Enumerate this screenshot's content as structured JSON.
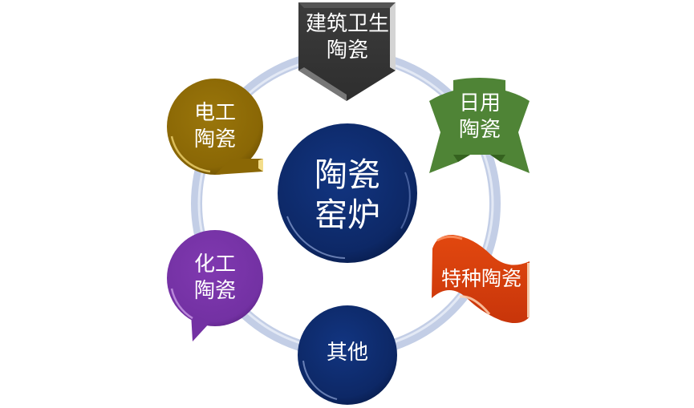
{
  "diagram": {
    "type": "cycle-radial",
    "center": {
      "label": "陶瓷\n窑炉",
      "color": "#0f2b6e"
    },
    "ring_color": "#c3cee6",
    "nodes": [
      {
        "id": "top",
        "label": "建筑卫生\n陶瓷",
        "shape": "pentagon-arrow-down",
        "color": "#353535"
      },
      {
        "id": "upper-right",
        "label": "日用\n陶瓷",
        "shape": "ribbon",
        "color": "#4f8436"
      },
      {
        "id": "lower-right",
        "label": "特种陶瓷",
        "shape": "wave-flag",
        "color": "#d63c0c"
      },
      {
        "id": "bottom",
        "label": "其他",
        "shape": "circle",
        "color": "#0f2b6e"
      },
      {
        "id": "lower-left",
        "label": "化工\n陶瓷",
        "shape": "speech-bubble",
        "color": "#7a33a8"
      },
      {
        "id": "upper-left",
        "label": "电工\n陶瓷",
        "shape": "speech-bubble",
        "color": "#8f6b06"
      }
    ]
  }
}
